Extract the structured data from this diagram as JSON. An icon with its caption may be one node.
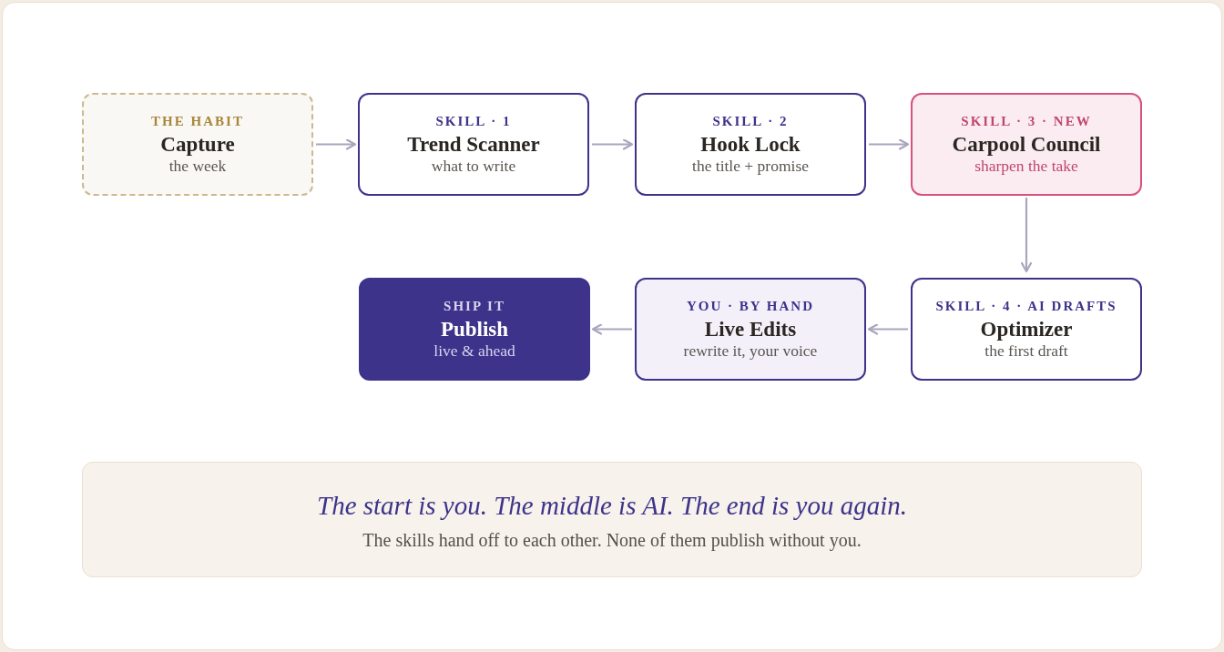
{
  "diagram": {
    "nodes": [
      {
        "text": [
          "THE HABIT",
          "Capture",
          "the week"
        ]
      },
      {
        "text": [
          "SKILL · 1",
          "Trend Scanner",
          "what to write"
        ]
      },
      {
        "text": [
          "SKILL · 2",
          "Hook Lock",
          "the title + promise"
        ]
      },
      {
        "text": [
          "SKILL · 3 · NEW",
          "Carpool Council",
          "sharpen the take"
        ]
      },
      {
        "text": [
          "SHIP IT",
          "Publish",
          "live & ahead"
        ]
      },
      {
        "text": [
          "YOU · BY HAND",
          "Live Edits",
          "rewrite it, your voice"
        ]
      },
      {
        "text": [
          "SKILL · 4 · AI DRAFTS",
          "Optimizer",
          "the first draft"
        ]
      },
      {
        "text": [
          "The start is you. The middle is AI. The end is you again.",
          "The skills hand off to each other. None of them publish without you."
        ]
      }
    ],
    "edges": [
      {
        "from": 0,
        "to": 1,
        "arrow": "to"
      },
      {
        "from": 1,
        "to": 2,
        "arrow": "to"
      },
      {
        "from": 2,
        "to": 3,
        "arrow": "to"
      },
      {
        "from": 3,
        "to": 6,
        "arrow": "to"
      },
      {
        "from": 6,
        "to": 5,
        "arrow": "to"
      },
      {
        "from": 5,
        "to": 4,
        "arrow": "to"
      }
    ]
  }
}
